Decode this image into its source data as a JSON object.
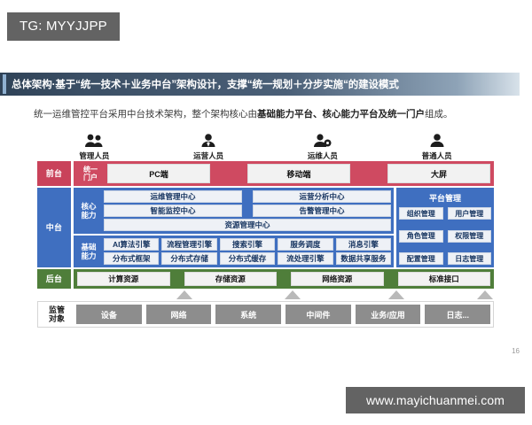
{
  "tag": {
    "text": "TG: MYYJJPP"
  },
  "watermark": {
    "text": "www.mayichuanmei.com"
  },
  "page_number": "16",
  "colors": {
    "front_band": "#cf4a61",
    "mid_band": "#3f6fc0",
    "back_band": "#4f7e3a",
    "supervise_cell": "#8d8d8d",
    "title_bar_dark": "#2f4257",
    "title_bar_light": "#d8e2ea",
    "tag_bg": "#636363"
  },
  "title": {
    "text": "总体架构·基于“统一技术＋业务中台”架构设计，支撑“统一规划＋分步实施“的建设模式"
  },
  "subtitle": {
    "lead": "统一运维管控平台采用中台技术架构，整个架构核心由",
    "strong": "基础能力平台、核心能力平台及统一门户",
    "tail": "组成。"
  },
  "personas": [
    {
      "icon": "two-people-icon",
      "glyph": "👥",
      "label": "管理人员"
    },
    {
      "icon": "person-tie-icon",
      "glyph": "👤",
      "label": "运营人员"
    },
    {
      "icon": "person-gear-icon",
      "glyph": "👤",
      "label": "运维人员"
    },
    {
      "icon": "person-plain-icon",
      "glyph": "👤",
      "label": "普通人员"
    }
  ],
  "front": {
    "side_label_lines": [
      "前",
      "台"
    ],
    "sub_label_lines": [
      "统一",
      "门户"
    ],
    "channels": [
      "PC端",
      "移动端",
      "大屏"
    ]
  },
  "middle": {
    "side_label_lines": [
      "中",
      "台"
    ],
    "core": {
      "label_lines": [
        "核心",
        "能力"
      ],
      "row1_left": "运维管理中心",
      "row1_right": "运营分析中心",
      "row2_left": "智能监控中心",
      "row2_right": "告警管理中心",
      "row3_full": "资源管理中心"
    },
    "base": {
      "label_lines": [
        "基础",
        "能力"
      ],
      "row1": [
        "AI算法引擎",
        "流程管理引擎",
        "搜索引擎",
        "服务调度",
        "消息引擎"
      ],
      "row2": [
        "分布式框架",
        "分布式存储",
        "分布式缓存",
        "流处理引擎",
        "数据共享服务"
      ]
    },
    "platform": {
      "title": "平台管理",
      "row1": [
        "组织管理",
        "用户管理"
      ],
      "row2": [
        "角色管理",
        "权限管理"
      ],
      "row3": [
        "配置管理",
        "日志管理"
      ]
    }
  },
  "back": {
    "side_label_lines": [
      "后",
      "台"
    ],
    "resources": [
      "计算资源",
      "存储资源",
      "网络资源",
      "标准接口"
    ]
  },
  "supervise": {
    "label_lines": [
      "监管",
      "对象"
    ],
    "objects": [
      "设备",
      "网络",
      "系统",
      "中间件",
      "业务/应用",
      "日志..."
    ]
  }
}
